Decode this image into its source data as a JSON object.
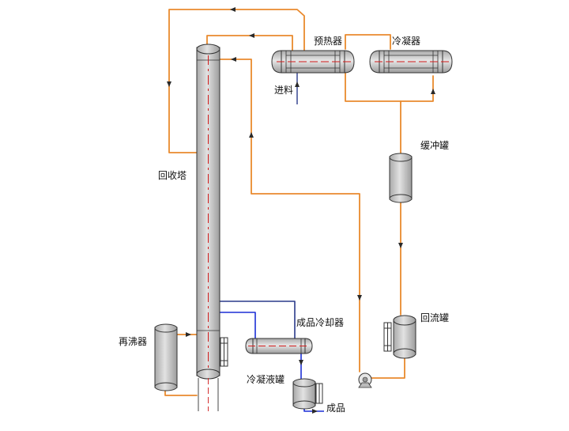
{
  "labels": {
    "preheater": "预热器",
    "condenser": "冷凝器",
    "feed": "进料",
    "buffer_tank": "缓冲罐",
    "recovery_tower": "回收塔",
    "product_cooler": "成品冷却器",
    "reflux_tank": "回流罐",
    "reboiler": "再沸器",
    "condensate_tank": "冷凝液罐",
    "product": "成品"
  },
  "colors": {
    "pipe_hot": "#e98a2e",
    "pipe_water": "#1c2fd6",
    "pipe_thin": "#2a3a8a",
    "vessel_fill": "#c9c9c9",
    "vessel_stroke": "#333333",
    "centerline": "#d01a1a"
  }
}
